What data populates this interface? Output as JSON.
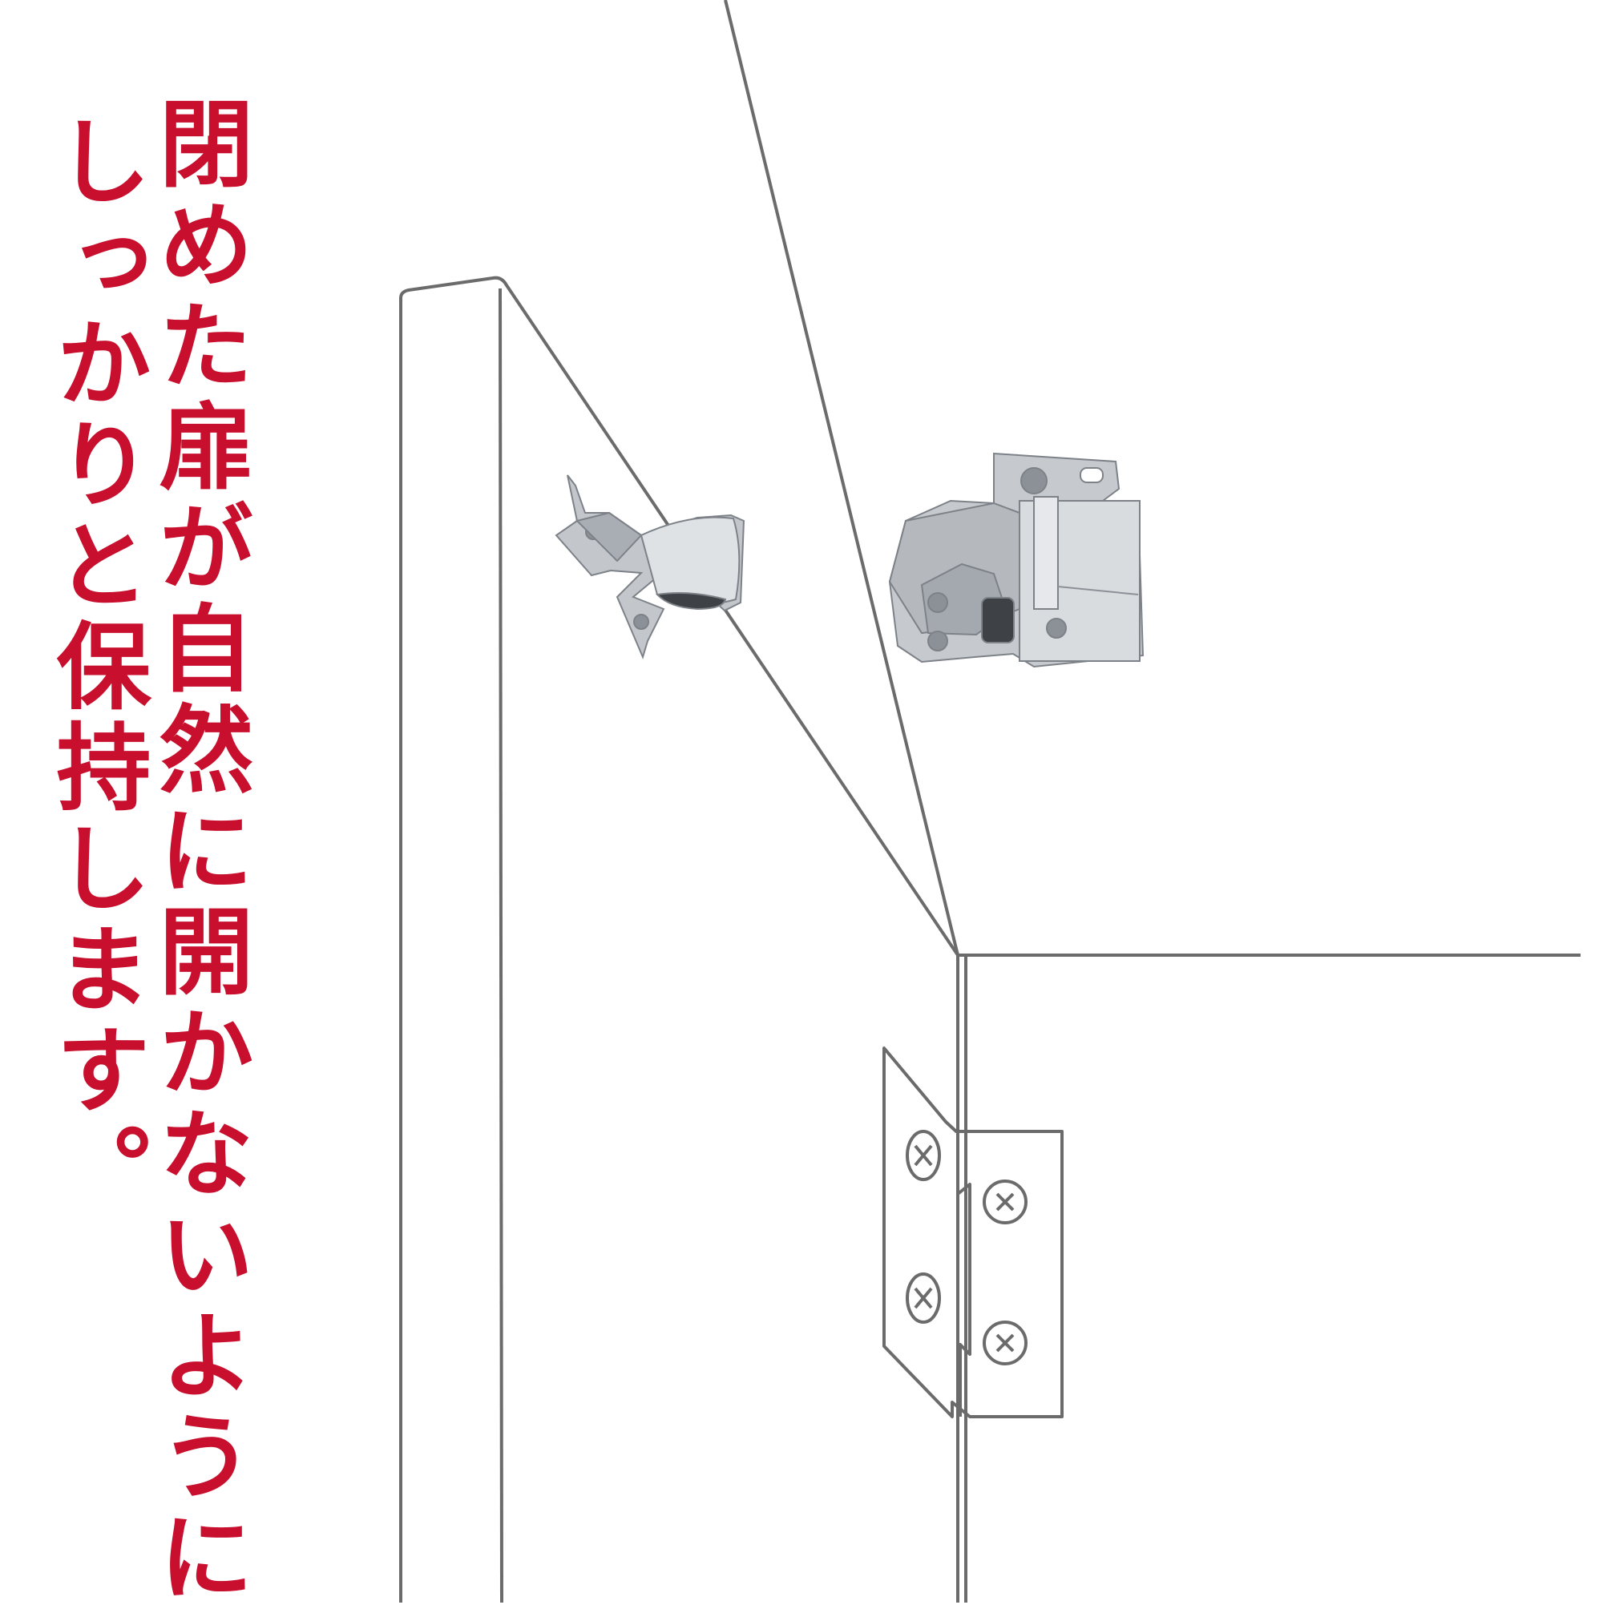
{
  "caption": {
    "line1": "閉めた扉が自然に開かないように",
    "line2": "しっかりと保持します。"
  },
  "colors": {
    "caption_text": "#c8102e",
    "outline": "#6b6b6b",
    "metal_light": "#e2e4e7",
    "metal_mid": "#b9bdc2",
    "metal_dark": "#8c9197",
    "roller_dark": "#3e4247",
    "background": "#ffffff"
  },
  "illustration": {
    "subject": "cabinet door catch",
    "parts": [
      "door-strike-plate",
      "catch-body",
      "mounted-catch-bracket"
    ]
  }
}
